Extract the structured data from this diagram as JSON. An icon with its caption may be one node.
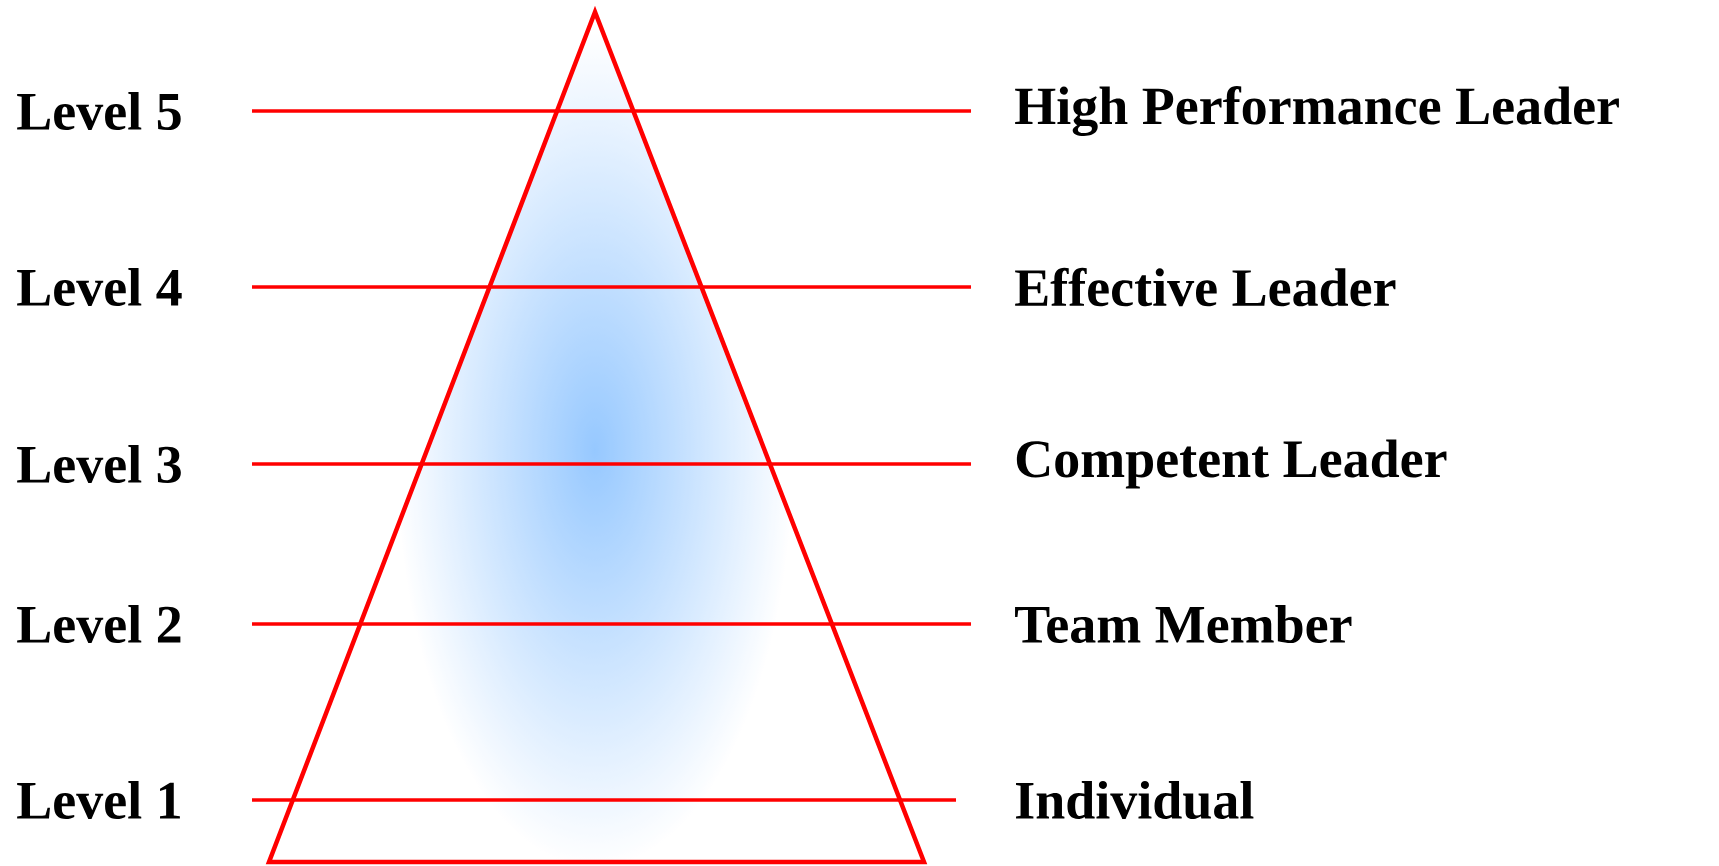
{
  "diagram": {
    "labels": [
      "Level 5",
      "High Performance Leader",
      "Level 4",
      "Effective Leader",
      "Level 3",
      "Competent Leader",
      "Level 2",
      "Team Member",
      "Level 1",
      "Individual"
    ]
  }
}
